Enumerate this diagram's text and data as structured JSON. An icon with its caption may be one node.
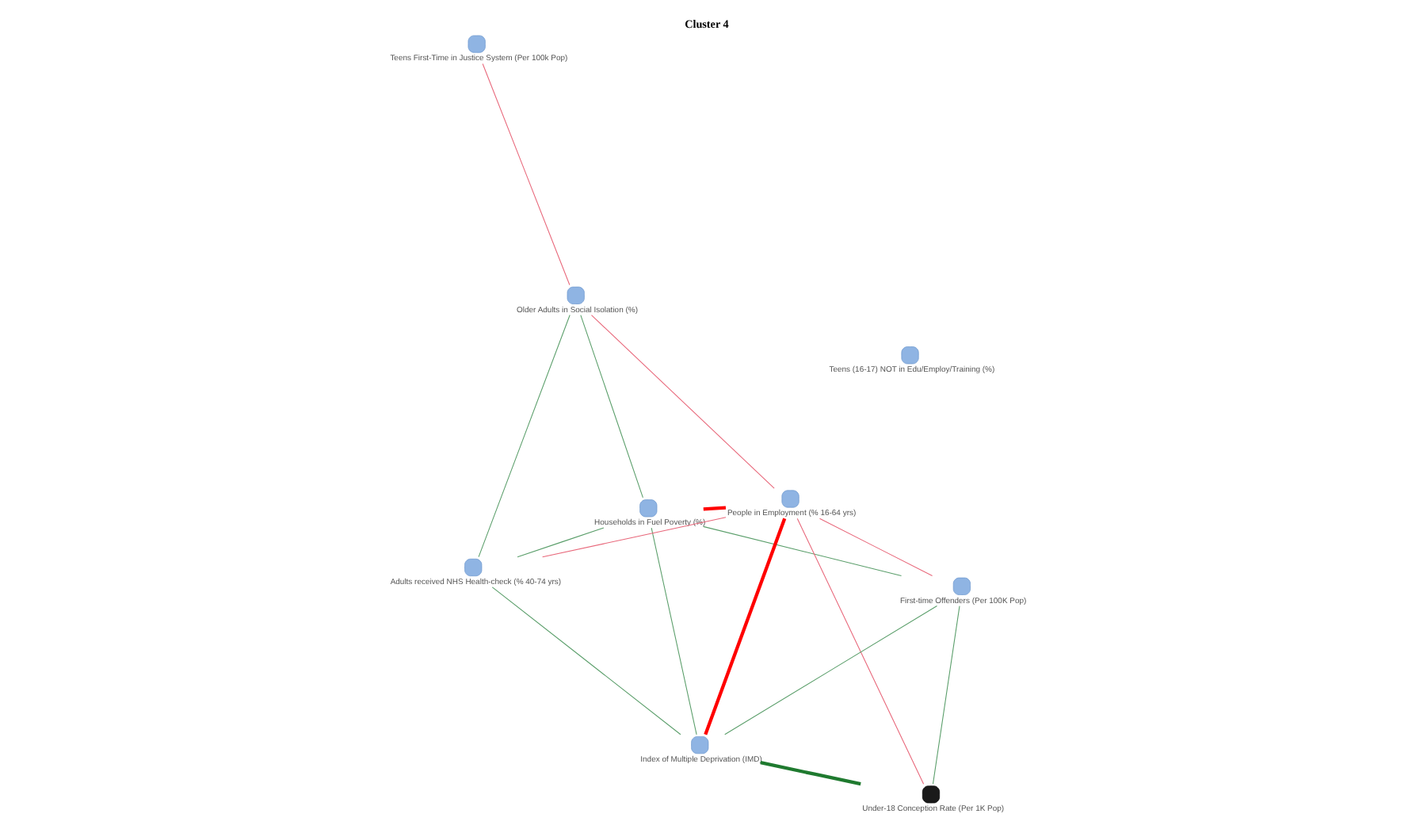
{
  "diagram": {
    "title": "Cluster 4",
    "nodes": [
      {
        "text": [
          "Teens First-Time in Justice System (Per 100k Pop)"
        ]
      },
      {
        "text": [
          "Older Adults in Social Isolation (%)"
        ]
      },
      {
        "text": [
          "Households in Fuel Poverty (%)"
        ]
      },
      {
        "text": [
          "Teens (16-17) NOT in Edu/Employ/Training (%)"
        ]
      },
      {
        "text": [
          "People in Employment (% 16-64 yrs)"
        ]
      },
      {
        "text": [
          "First-time Offenders (Per 100K Pop)"
        ]
      },
      {
        "text": [
          "Adults received NHS Health-check (% 40-74 yrs)"
        ]
      },
      {
        "text": [
          "Index of Multiple Deprivation (IMD)"
        ]
      },
      {
        "text": [
          "Under-18 Conception Rate (Per 1K Pop)"
        ]
      }
    ],
    "edges": [
      {
        "from": 0,
        "to": 1,
        "arrow": "none",
        "color": "#e8677a"
      },
      {
        "from": 1,
        "to": 2,
        "arrow": "none"
      },
      {
        "from": 1,
        "to": 4,
        "arrow": "none",
        "color": "#e8677a"
      },
      {
        "from": 1,
        "to": 6,
        "arrow": "none"
      },
      {
        "from": 2,
        "to": 6,
        "arrow": "none"
      },
      {
        "from": 2,
        "to": 4,
        "arrow": "none",
        "style": "thick",
        "color": "#ff0000"
      },
      {
        "from": 2,
        "to": 7,
        "arrow": "none"
      },
      {
        "from": 2,
        "to": 5,
        "arrow": "none"
      },
      {
        "from": 4,
        "to": 5,
        "arrow": "none",
        "color": "#e8677a"
      },
      {
        "from": 4,
        "to": 6,
        "arrow": "none",
        "color": "#e8677a"
      },
      {
        "from": 4,
        "to": 7,
        "arrow": "none",
        "style": "thick",
        "color": "#ff0000"
      },
      {
        "from": 4,
        "to": 8,
        "arrow": "none",
        "color": "#e8677a"
      },
      {
        "from": 5,
        "to": 7,
        "arrow": "none"
      },
      {
        "from": 5,
        "to": 8,
        "arrow": "none"
      },
      {
        "from": 6,
        "to": 7,
        "arrow": "none"
      },
      {
        "from": 7,
        "to": 8,
        "arrow": "none",
        "style": "thick",
        "color": "#1f7a2f"
      }
    ]
  }
}
